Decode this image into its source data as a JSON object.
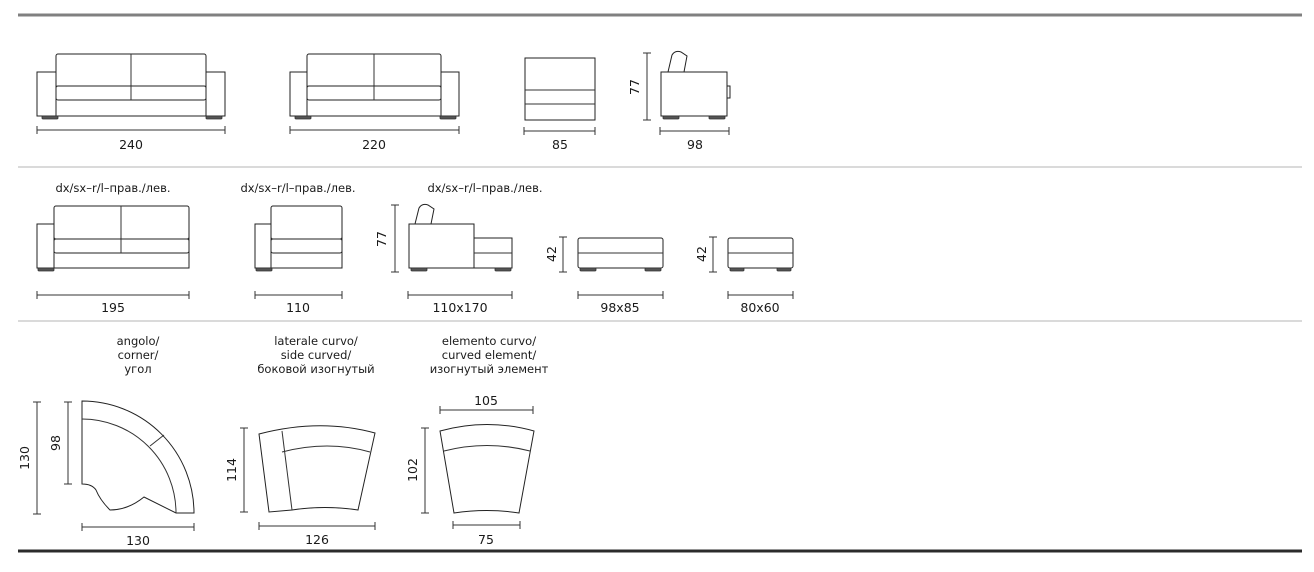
{
  "colors": {
    "rule_top": "#808080",
    "rule_bottom": "#2b2b2b",
    "divider": "#b5b5b5",
    "ink": "#222222"
  },
  "row1": {
    "sofa240": "240",
    "sofa220": "220",
    "seat85": "85",
    "side_depth": "98",
    "side_height": "77"
  },
  "row2": {
    "label_195": "dx/sx–r/l–прав./лев.",
    "width_195": "195",
    "label_110": "dx/sx–r/l–прав./лев.",
    "width_110": "110",
    "label_chaise": "dx/sx–r/l–прав./лев.",
    "height_chaise": "77",
    "width_chaise": "110x170",
    "ottoman1_height": "42",
    "ottoman1_size": "98x85",
    "ottoman2_height": "42",
    "ottoman2_size": "80x60"
  },
  "row3": {
    "corner": {
      "line1": "angolo/",
      "line2": "corner/",
      "line3": "угол",
      "outer": "130",
      "inner": "98",
      "bottom": "130"
    },
    "side_curved": {
      "line1": "laterale curvo/",
      "line2": "side curved/",
      "line3": "боковой изогнутый",
      "height": "114",
      "width": "126"
    },
    "curved_element": {
      "line1": "elemento curvo/",
      "line2": "curved element/",
      "line3": "изогнутый элемент",
      "top": "105",
      "height": "102",
      "bottom": "75"
    }
  }
}
